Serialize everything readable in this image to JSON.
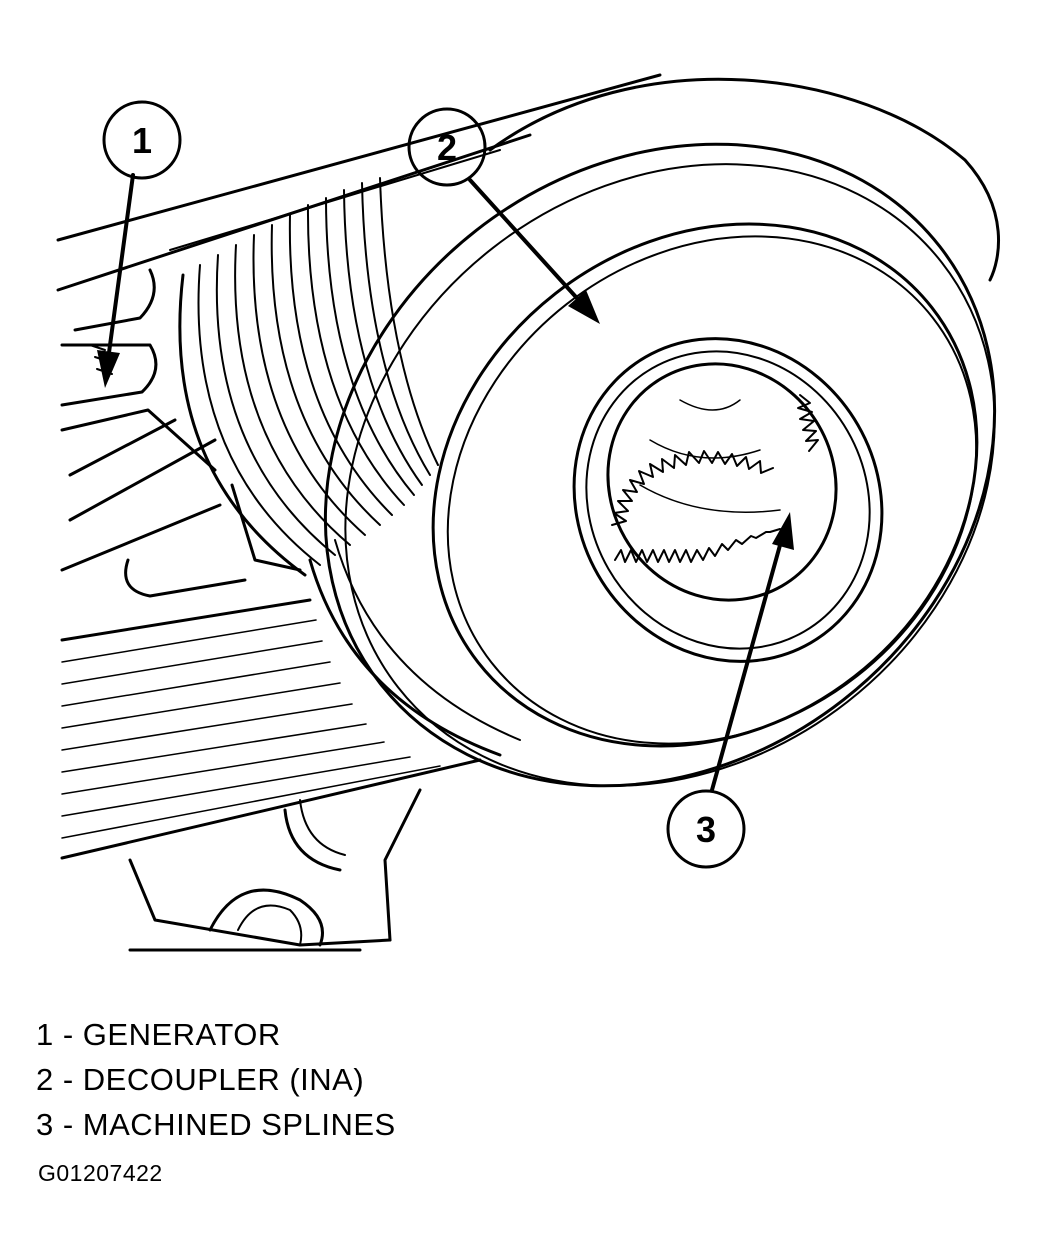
{
  "callouts": [
    {
      "number": "1",
      "label": "GENERATOR"
    },
    {
      "number": "2",
      "label": "DECOUPLER (INA)"
    },
    {
      "number": "3",
      "label": "MACHINED SPLINES"
    }
  ],
  "legend": [
    {
      "text": "1 - GENERATOR"
    },
    {
      "text": "2 - DECOUPLER (INA)"
    },
    {
      "text": "3 - MACHINED SPLINES"
    }
  ],
  "figure_id": "G01207422",
  "colors": {
    "ink": "#000000",
    "paper": "#ffffff"
  }
}
